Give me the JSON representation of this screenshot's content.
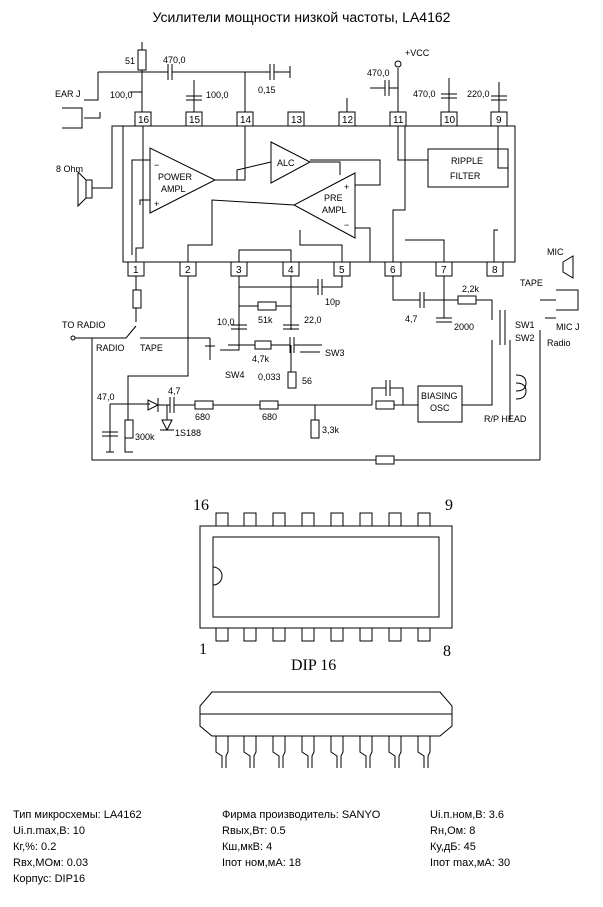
{
  "title": "Усилители мощности низкой частоты, LA4162",
  "schematic": {
    "vcc": "+VCC",
    "blocks": {
      "power1": "POWER",
      "power2": "AMPL",
      "alc": "ALC",
      "pre1": "PRE",
      "pre2": "AMPL",
      "ripple1": "RIPPLE",
      "ripple2": "FILTER",
      "bias1": "BIASING",
      "bias2": "OSC"
    },
    "pins_top": [
      "16",
      "15",
      "14",
      "13",
      "12",
      "11",
      "10",
      "9"
    ],
    "pins_bottom": [
      "1",
      "2",
      "3",
      "4",
      "5",
      "6",
      "7",
      "8"
    ],
    "labels": {
      "ear_j": "EAR J",
      "ohm8": "8 Ohm",
      "r51": "51",
      "c470a": "470,0",
      "c100a": "100,0",
      "c100b": "100,0",
      "c015": "0,15",
      "c470b": "470,0",
      "c470c": "470,0",
      "c220": "220,0",
      "to_radio": "TO RADIO",
      "radio": "RADIO",
      "tape": "TAPE",
      "c10": "10,0",
      "r51k": "51k",
      "c10p": "10p",
      "c22": "22,0",
      "r47k": "4,7k",
      "sw3": "SW3",
      "sw4": "SW4",
      "c0033": "0,033",
      "r56": "56",
      "c47": "47,0",
      "c47b": "4,7",
      "r300k": "300k",
      "d1s1": "1S188",
      "r680a": "680",
      "r680b": "680",
      "r33k": "3,3k",
      "c47c": "4,7",
      "r22k": "2,2k",
      "c2000": "2000",
      "sw1": "SW1",
      "sw2": "SW2",
      "rp_head": "R/P HEAD",
      "mic": "MIC",
      "tape2": "TAPE",
      "mic_j": "MIC J",
      "radio2": "Radio"
    }
  },
  "package": {
    "pin16": "16",
    "pin9": "9",
    "pin1": "1",
    "pin8": "8",
    "name": "DIP 16"
  },
  "specs": [
    {
      "label": "Тип микросхемы: LA4162"
    },
    {
      "label": "Ui.п.max,В: 10"
    },
    {
      "label": "Кг,%: 0.2"
    },
    {
      "label": "Rвх,МОм: 0.03"
    },
    {
      "label": "Корпус: DIP16"
    },
    {
      "label": "Фирма производитель: SANYO"
    },
    {
      "label": "Rвых,Вт: 0.5"
    },
    {
      "label": "Кш,мкВ: 4"
    },
    {
      "label": "Iпот ном,мА: 18"
    },
    {
      "label": "Ui.п.ном,В: 3.6"
    },
    {
      "label": "Rн,Ом: 8"
    },
    {
      "label": "Ку,дБ: 45"
    },
    {
      "label": "Iпот max,мА: 30"
    }
  ]
}
